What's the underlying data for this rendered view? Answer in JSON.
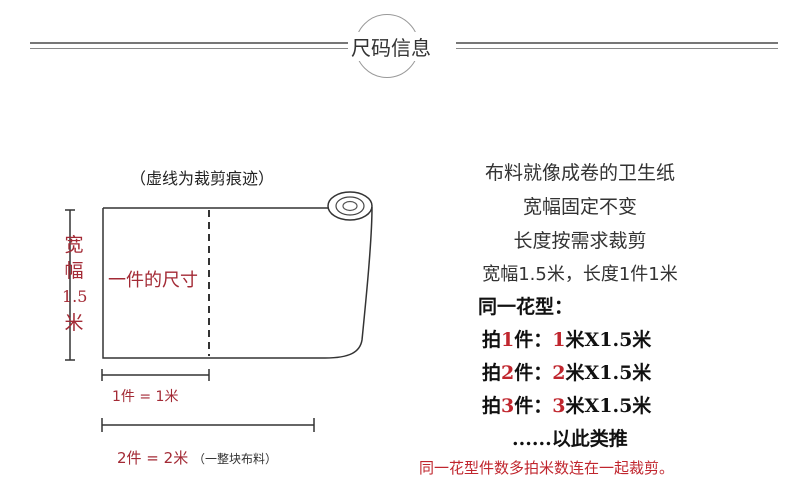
{
  "header": {
    "title": "尺码信息"
  },
  "diagram": {
    "note": "（虚线为裁剪痕迹）",
    "width_label": [
      "宽",
      "幅",
      "1.5",
      "米"
    ],
    "piece_label": "一件的尺寸",
    "one_piece": "1件 = 1米",
    "two_piece": "2件 = 2米",
    "two_piece_note": "（一整块布料）"
  },
  "info": {
    "lines": [
      "布料就像成卷的卫生纸",
      "宽幅固定不变",
      "长度按需求裁剪",
      "宽幅1.5米，长度1件1米"
    ],
    "same_pattern": "同一花型：",
    "examples": [
      {
        "pre": "拍",
        "num": "1",
        "mid": "件：",
        "qty": "1",
        "post": "米X1.5米"
      },
      {
        "pre": "拍",
        "num": "2",
        "mid": "件：",
        "qty": "2",
        "post": "米X1.5米"
      },
      {
        "pre": "拍",
        "num": "3",
        "mid": "件：",
        "qty": "3",
        "post": "米X1.5米"
      }
    ],
    "etc": "......以此类推",
    "warning": "同一花型件数多拍米数连在一起裁剪。"
  },
  "colors": {
    "accent_red": "#c0262e",
    "label_red": "#a32a35"
  }
}
